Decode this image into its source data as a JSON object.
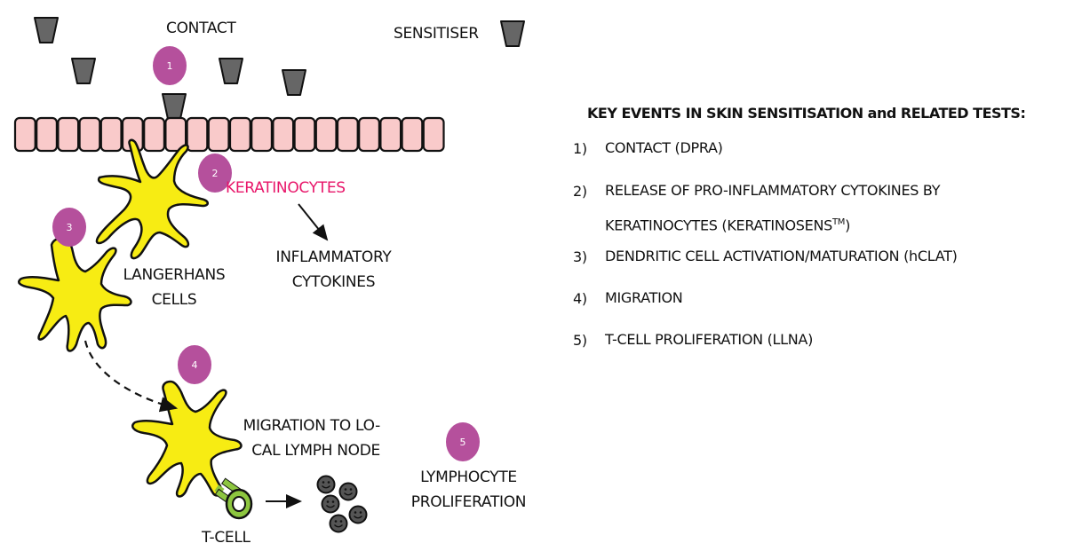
{
  "diagram": {
    "labels": {
      "contact": "CONTACT",
      "sensitiser": "SENSITISER",
      "keratinocytes": "KERATINOCYTES",
      "inflammatory_1": "INFLAMMATORY",
      "inflammatory_2": "CYTOKINES",
      "langerhans_1": "LANGERHANS",
      "langerhans_2": "CELLS",
      "migration_1": "MIGRATION TO LO-",
      "migration_2": "CAL LYMPH NODE",
      "tcell": "T-CELL",
      "lymphocyte_1": "LYMPHOCYTE",
      "lymphocyte_2": "PROLIFERATION"
    },
    "badges": [
      "1",
      "2",
      "3",
      "4",
      "5"
    ],
    "keratinocyte_cell_count": 20,
    "lymphocyte_count": 5,
    "colors": {
      "badge": "#b5509c",
      "keratinocyte_fill": "#f9caca",
      "sensitiser_fill": "#666666",
      "dendritic_fill": "#f7ec13",
      "tcell_fill": "#8dc63f",
      "lymphocyte_fill": "#555555",
      "keratinocyte_label": "#e8166a"
    }
  },
  "legend": {
    "title": "KEY EVENTS IN SKIN SENSITISATION and RELATED TESTS:",
    "items": [
      {
        "num": "1)",
        "lines": [
          "CONTACT (DPRA)"
        ]
      },
      {
        "num": "2)",
        "lines": [
          "RELEASE OF PRO-INFLAMMATORY CYTOKINES BY",
          "KERATINOCYTES (KERATINOSENS"
        ],
        "sup": "TM",
        "suffix": ")"
      },
      {
        "num": "3)",
        "lines": [
          "DENDRITIC CELL ACTIVATION/MATURATION (hCLAT)"
        ]
      },
      {
        "num": "4)",
        "lines": [
          "MIGRATION"
        ]
      },
      {
        "num": "5)",
        "lines": [
          "T-CELL PROLIFERATION (LLNA)"
        ]
      }
    ]
  }
}
